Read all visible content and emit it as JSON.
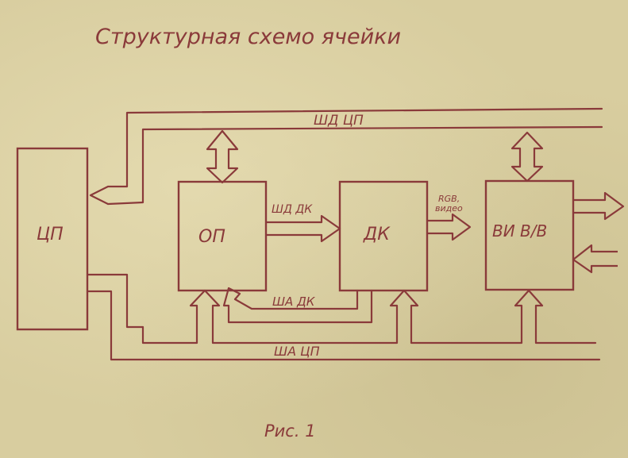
{
  "diagram": {
    "title": "Структурная схемо ячейки",
    "caption": "Рис. 1",
    "blocks": {
      "cpu": "ЦП",
      "op": "ОП",
      "dk": "ДК",
      "viv": "ВИ В/В"
    },
    "buses": {
      "top": "ШД ЦП",
      "bottom": "ША ЦП",
      "shd_dk": "ШД ДК",
      "sha_dk": "ША ДК",
      "rgb_line1": "RGB,",
      "rgb_line2": "видео"
    },
    "ink_color": "#8a3a3a",
    "paper_color": "#d8cd9f"
  }
}
